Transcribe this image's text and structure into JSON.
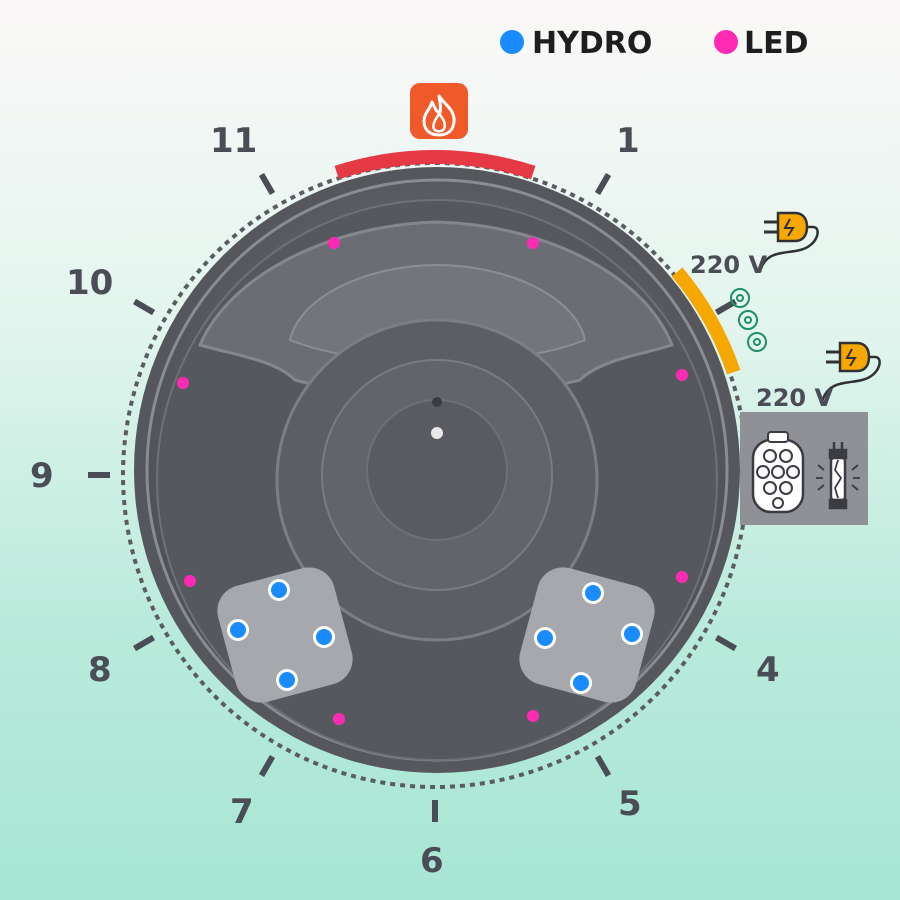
{
  "legend": [
    {
      "label": "HYDRO",
      "color": "#1a8cff"
    },
    {
      "label": "LED",
      "color": "#ff2ab4"
    }
  ],
  "clock_labels": [
    "11",
    "1",
    "10",
    "9",
    "8",
    "4",
    "7",
    "5",
    "6"
  ],
  "power_labels": [
    "220 V",
    "220 V"
  ],
  "colors": {
    "tub": "#5b5d63",
    "tub_inner": "#6d6f76",
    "heater_zone": "#e63946",
    "power_zone": "#f6a700",
    "heater_icon": "#f05a2a",
    "hydro": "#1a8cff",
    "led": "#ff2ab4",
    "panel": "#8f9197"
  },
  "icons": [
    "flame-icon",
    "power-plug-icon",
    "jet-control-icon",
    "filter-cartridge-icon",
    "uv-lamp-icon"
  ]
}
